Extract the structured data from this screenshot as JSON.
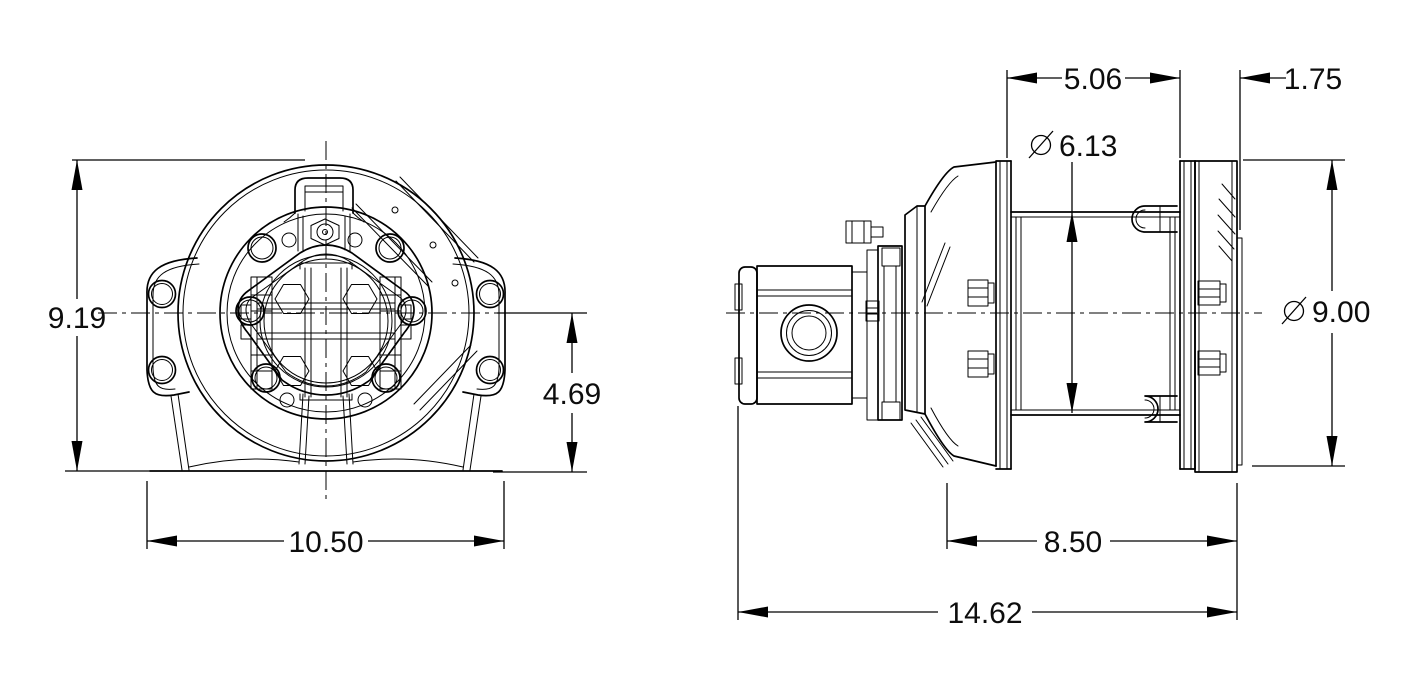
{
  "colors": {
    "line": "#000000",
    "dim_text": "#0d0d0d",
    "background": "#ffffff"
  },
  "front_view": {
    "dimensions": {
      "overall_height": "9.19",
      "overall_width": "10.50",
      "center_to_base": "4.69"
    }
  },
  "side_view": {
    "dimensions": {
      "drum_length": "5.06",
      "end_flange_width": "1.75",
      "drum_core_diameter": "6.13",
      "flange_diameter": "9.00",
      "frame_length": "8.50",
      "overall_length": "14.62"
    }
  }
}
